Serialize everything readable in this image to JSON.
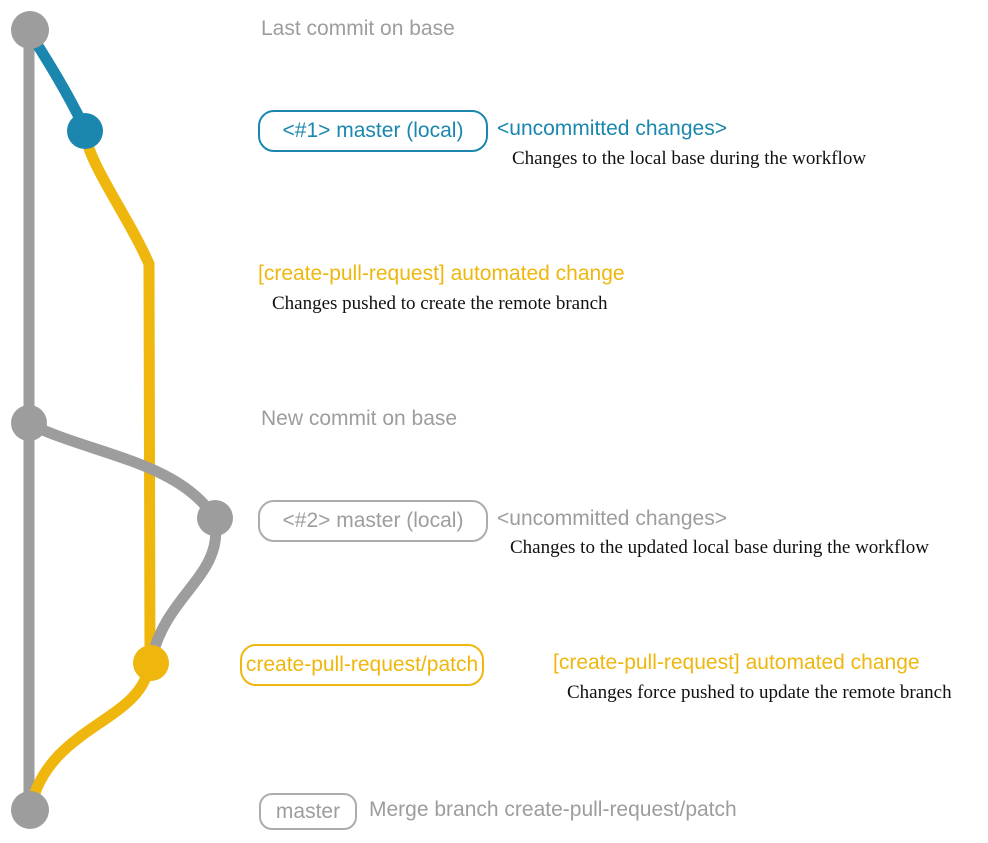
{
  "colors": {
    "gray": "#9D9D9D",
    "gray_border": "#ACACAC",
    "teal": "#1B87AE",
    "yellow": "#EFB70E",
    "ink": "#111111",
    "background": "#FFFFFF"
  },
  "diagram": {
    "last_commit_label": "Last commit on base",
    "new_commit_label": "New commit on base",
    "step1": {
      "badge": "<#1> master (local)",
      "heading": "<uncommitted changes>",
      "description": "Changes to the local base during the workflow"
    },
    "step2": {
      "heading": "[create-pull-request] automated change",
      "description": "Changes pushed to create the remote branch"
    },
    "step3": {
      "badge": "<#2> master (local)",
      "heading": "<uncommitted changes>",
      "description": "Changes to the updated local base during the workflow"
    },
    "step4": {
      "badge": "create-pull-request/patch",
      "heading": "[create-pull-request] automated change",
      "description": "Changes force pushed to update the remote branch"
    },
    "step5": {
      "badge": "master",
      "heading": "Merge branch create-pull-request/patch"
    }
  }
}
